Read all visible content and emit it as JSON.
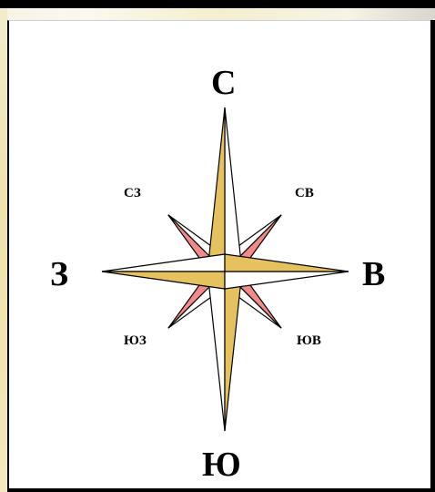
{
  "compass": {
    "north": "С",
    "south": "Ю",
    "west": "З",
    "east": "В",
    "northwest": "СЗ",
    "northeast": "СВ",
    "southwest": "ЮЗ",
    "southeast": "ЮВ"
  },
  "colors": {
    "main_fill": "#e6c25f",
    "diagonal_fill": "#f28a8a",
    "outline": "#000000",
    "background": "#ffffff"
  }
}
